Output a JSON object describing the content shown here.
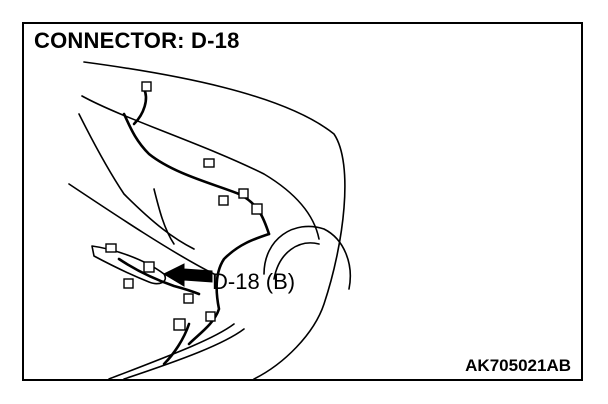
{
  "title": "CONNECTOR: D-18",
  "callout_label": "D-18 (B)",
  "reference_code": "AK705021AB",
  "colors": {
    "line": "#000000",
    "background": "#ffffff"
  }
}
